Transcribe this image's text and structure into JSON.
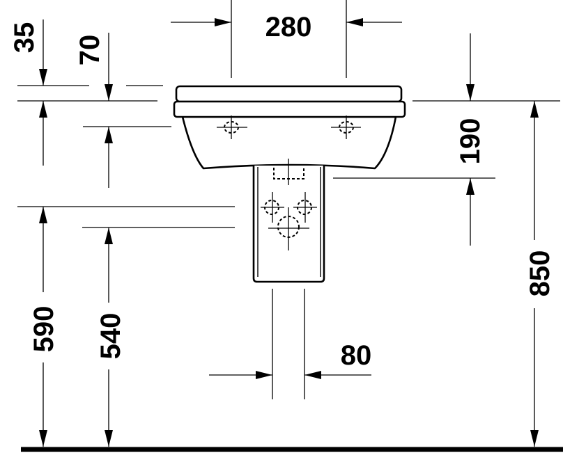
{
  "drawing": {
    "subject": "wall-hung washbasin with semi-pedestal, front elevation",
    "units": "mm",
    "colors": {
      "line": "#000000",
      "background": "#ffffff"
    },
    "dimensions": {
      "rim_thickness": "35",
      "overflow_below_rim": "70",
      "tap_hole_spacing": "280",
      "basin_depth": "190",
      "overall_height": "850",
      "pedestal_top_height": "590",
      "waste_height": "540",
      "supply_spacing": "80"
    }
  }
}
